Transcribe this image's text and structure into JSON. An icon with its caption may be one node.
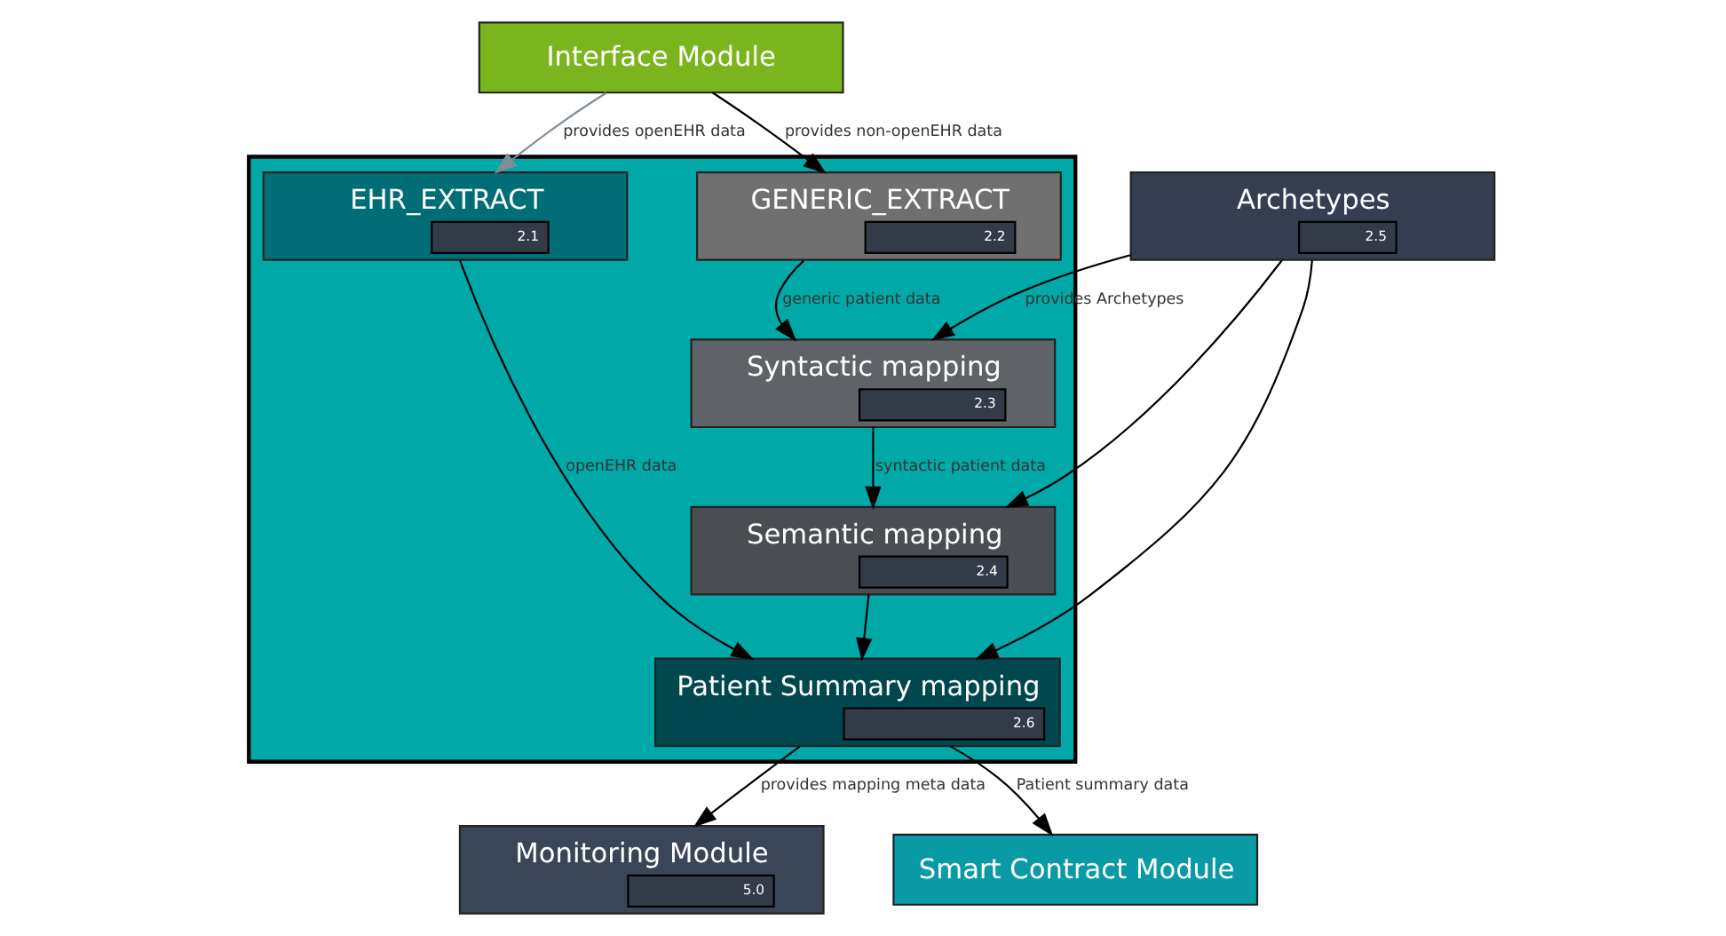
{
  "diagram": {
    "nodes": [
      {
        "text": [
          "Interface Module"
        ]
      },
      {
        "text": [],
        "shape": "box"
      },
      {
        "text": [
          "EHR_EXTRACT",
          "2.1"
        ],
        "in": 1
      },
      {
        "text": [
          "GENERIC_EXTRACT",
          "2.2"
        ],
        "in": 1
      },
      {
        "text": [
          "Syntactic mapping",
          "2.3"
        ],
        "in": 1
      },
      {
        "text": [
          "Semantic mapping",
          "2.4"
        ],
        "in": 1
      },
      {
        "text": [
          "Archetypes",
          "2.5"
        ]
      },
      {
        "text": [
          "Patient Summary mapping",
          "2.6"
        ],
        "in": 1
      },
      {
        "text": [
          "Monitoring Module",
          "5.0"
        ]
      },
      {
        "text": [
          "Smart Contract Module"
        ]
      }
    ],
    "edges": [
      {
        "from": 0,
        "to": 2,
        "arrow": "to",
        "label": "provides openEHR data",
        "color": "#7f8c99"
      },
      {
        "from": 0,
        "to": 3,
        "arrow": "to",
        "label": "provides non-openEHR data"
      },
      {
        "from": 3,
        "to": 4,
        "arrow": "to",
        "label": "generic patient data"
      },
      {
        "from": 4,
        "to": 5,
        "arrow": "to",
        "label": "syntactic patient data"
      },
      {
        "from": 2,
        "to": 7,
        "arrow": "to",
        "label": "openEHR data"
      },
      {
        "from": 5,
        "to": 7,
        "arrow": "to"
      },
      {
        "from": 6,
        "to": 4,
        "arrow": "to",
        "label": "provides Archetypes"
      },
      {
        "from": 6,
        "to": 5,
        "arrow": "to"
      },
      {
        "from": 6,
        "to": 7,
        "arrow": "to"
      },
      {
        "from": 7,
        "to": 8,
        "arrow": "to",
        "label": "provides mapping meta data"
      },
      {
        "from": 7,
        "to": 9,
        "arrow": "to",
        "label": "Patient summary data"
      }
    ]
  }
}
